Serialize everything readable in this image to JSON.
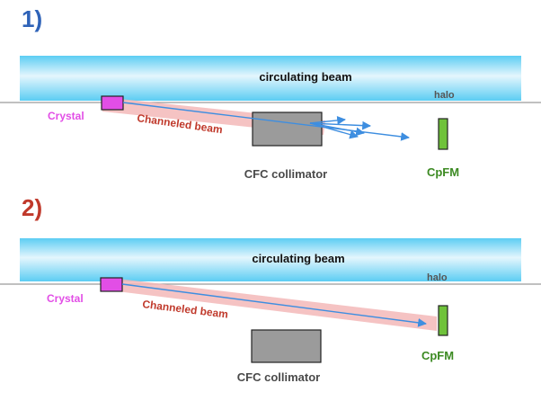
{
  "panels": [
    {
      "number": "1)",
      "beam_label": "circulating beam",
      "halo_label": "halo",
      "crystal_label": "Crystal",
      "channeled_label": "Channeled beam",
      "collimator_label": "CFC collimator",
      "detector_label": "CpFM"
    },
    {
      "number": "2)",
      "beam_label": "circulating beam",
      "halo_label": "halo",
      "crystal_label": "Crystal",
      "channeled_label": "Channeled beam",
      "collimator_label": "CFC collimator",
      "detector_label": "CpFM"
    }
  ],
  "colors": {
    "panel1_number": "#2f63b8",
    "panel2_number": "#c0392b",
    "beam_light": "#e4f6fd",
    "beam_dark": "#5ccdf3",
    "crystal_fill": "#e24ee6",
    "crystal_label": "#e24ee6",
    "channeled_band": "#f3b9b9",
    "channeled_label": "#c0392b",
    "arrow": "#3e8ee0",
    "collimator_fill": "#9b9b9b",
    "collimator_label": "#4a4a4a",
    "detector_fill": "#6fc23a",
    "detector_label": "#3c8a22",
    "halo_label": "#555555"
  }
}
